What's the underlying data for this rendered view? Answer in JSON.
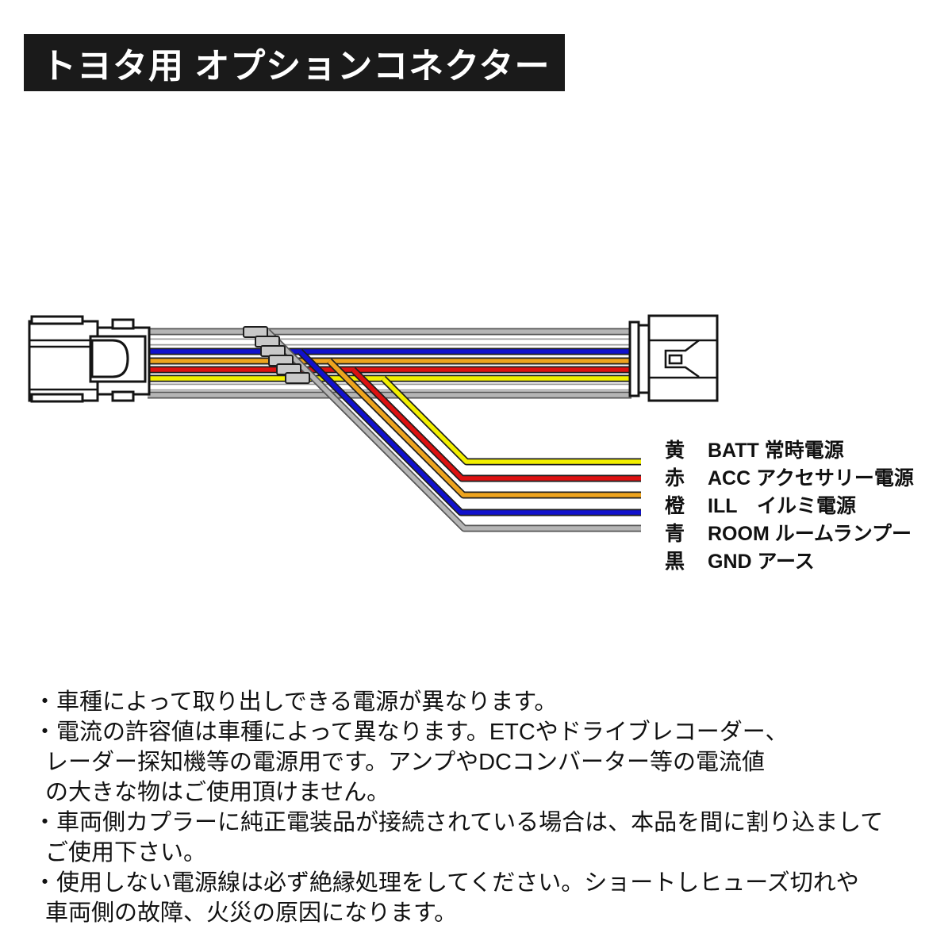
{
  "banner": {
    "title": "トヨタ用 オプションコネクター",
    "bg": "#1a1a1a",
    "fg": "#ffffff"
  },
  "diagram": {
    "wire_colors": {
      "gray": "#b5b5b5",
      "white": "#ffffff",
      "blue": "#1111cc",
      "orange": "#eea41e",
      "red": "#dd1111",
      "yellow": "#f2ef00"
    },
    "crimp_color": "#c9c9c9"
  },
  "legend": {
    "rows": [
      {
        "color": "黄",
        "desc": "BATT 常時電源"
      },
      {
        "color": "赤",
        "desc": "ACC アクセサリー電源"
      },
      {
        "color": "橙",
        "desc": "ILL　イルミ電源"
      },
      {
        "color": "青",
        "desc": "ROOM ルームランプー"
      },
      {
        "color": "黒",
        "desc": "GND アース"
      }
    ]
  },
  "notes": {
    "lines": [
      "・車種によって取り出しできる電源が異なります。",
      "・電流の許容値は車種によって異なります。ETCやドライブレコーダー、",
      "レーダー探知機等の電源用です。アンプやDCコンバーター等の電流値",
      "の大きな物はご使用頂けません。",
      "・車両側カプラーに純正電装品が接続されている場合は、本品を間に割り込まして",
      "ご使用下さい。",
      "・使用しない電源線は必ず絶縁処理をしてください。ショートしヒューズ切れや",
      "車両側の故障、火災の原因になります。"
    ]
  }
}
